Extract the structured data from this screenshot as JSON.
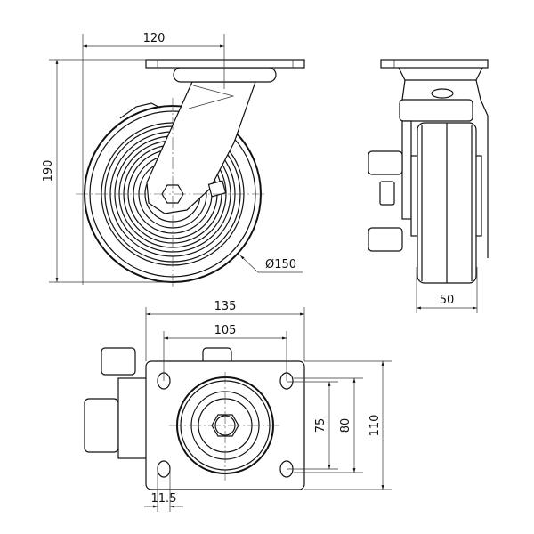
{
  "drawing": {
    "front_view": {
      "width_dim": "120",
      "height_dim": "190",
      "diameter_dim": "Ø150"
    },
    "side_view": {
      "wheel_width_dim": "50"
    },
    "bottom_view": {
      "plate_width_dim": "135",
      "hole_spacing_x_dim": "105",
      "hole_spacing_y_inner_dim": "75",
      "hole_spacing_y_outer_dim": "80",
      "plate_height_dim": "110",
      "slot_dim": "11.5"
    }
  }
}
